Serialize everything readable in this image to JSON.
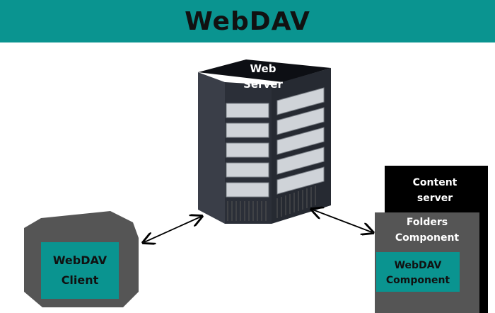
{
  "title": "WebDAV",
  "web_server": {
    "line1": "Web",
    "line2": "Server"
  },
  "client": {
    "line1": "WebDAV",
    "line2": "Client"
  },
  "content_server": {
    "line1": "Content",
    "line2": "server"
  },
  "folders": {
    "line1": "Folders",
    "line2": "Component"
  },
  "webdav_component": {
    "line1": "WebDAV",
    "line2": "Component"
  },
  "colors": {
    "teal": "#0a9490",
    "dark_gray": "#555555",
    "black": "#000000",
    "rack": "#2b2f38"
  }
}
